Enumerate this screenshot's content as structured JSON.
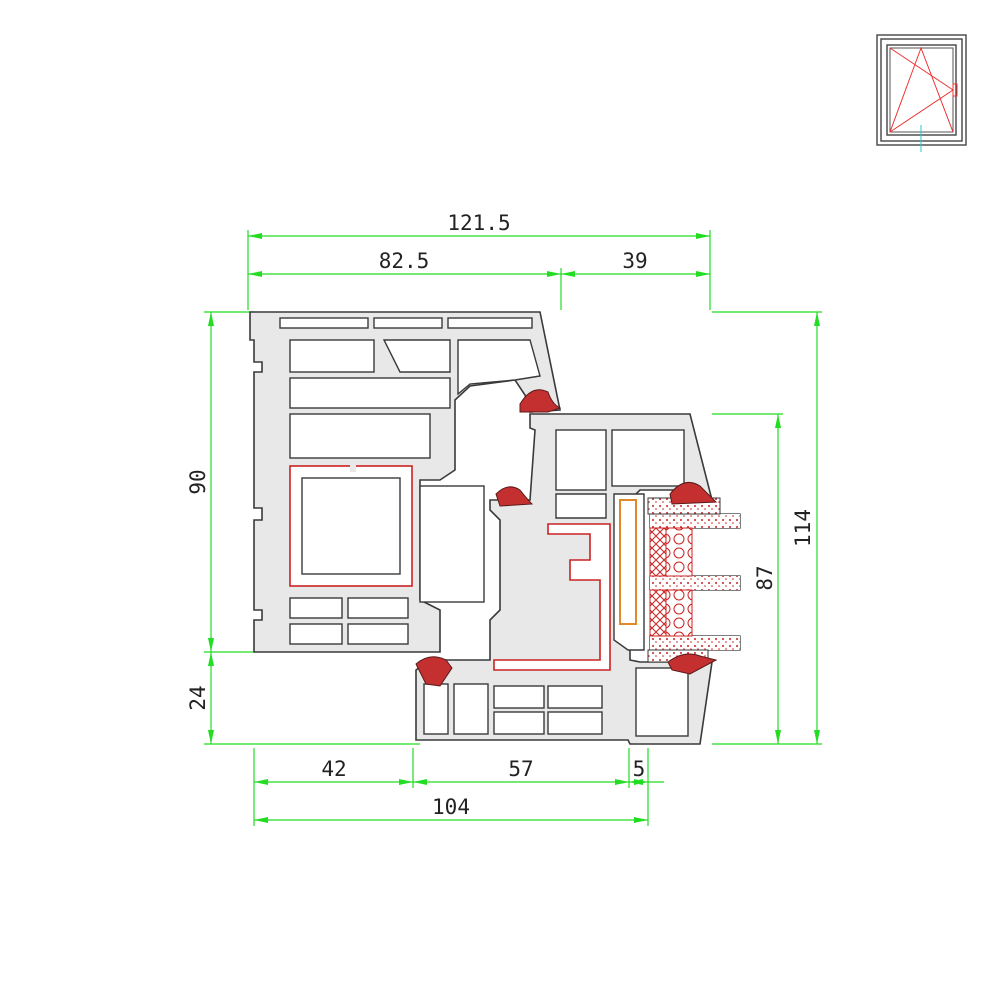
{
  "dimensions": {
    "total_width": "121.5",
    "frame_width": "82.5",
    "sash_offset": "39",
    "frame_height": "90",
    "bottom_height": "24",
    "total_height": "114",
    "glass_height": "87",
    "left_part": "42",
    "middle_part": "57",
    "right_part": "5",
    "bottom_total": "104"
  },
  "colors": {
    "dimension_line": "#22dd22",
    "profile_outline": "#3a3a3a",
    "reinforcement": "#cc2222",
    "gasket": "#c43030"
  },
  "icons": {
    "window_type": "tilt-turn-window-icon"
  }
}
